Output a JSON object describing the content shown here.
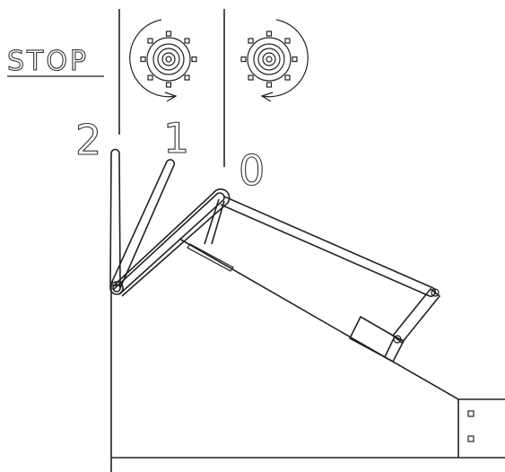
{
  "labels": {
    "stop": "STOP",
    "pos2": "2",
    "pos1": "1",
    "pos0": "0"
  },
  "colors": {
    "line": "#222222",
    "background": "#ffffff"
  },
  "icons": {
    "rotation_left": "clockwise-rotation-icon",
    "rotation_right": "counterclockwise-rotation-icon"
  }
}
